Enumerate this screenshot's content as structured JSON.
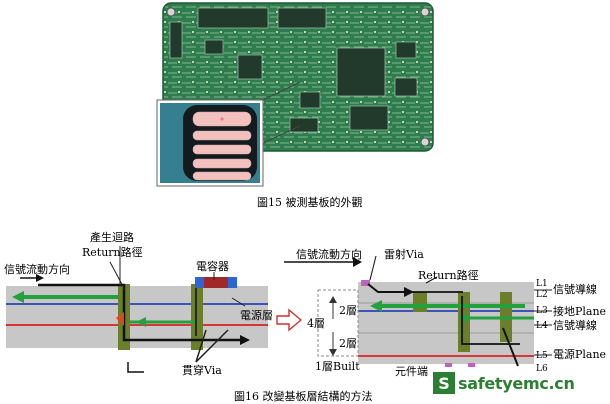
{
  "figure15": {
    "caption": "圖15 被測基板的外觀"
  },
  "figure16": {
    "caption": "圖16 改變基板層結構的方法",
    "left": {
      "loop_label": "產生迴路",
      "return_label": "Return路徑",
      "signal_label": "信號流動方向",
      "capacitor_label": "電容器",
      "power_label": "電源層",
      "via_label": "貫穿Via"
    },
    "right": {
      "signal_label": "信號流動方向",
      "laser_via_label": "雷射Via",
      "return_label": "Return路徑",
      "layer_4": "4層",
      "layer_2_top": "2層",
      "layer_2_bottom": "2層",
      "built_label": "1層Built",
      "component_label": "元件端",
      "right_labels": [
        "信號導線",
        "接地Plane",
        "信號導線",
        "電源Plane"
      ],
      "layer_codes": [
        "L1",
        "L2",
        "L3",
        "L4",
        "L5",
        "L6"
      ]
    }
  },
  "watermark": {
    "icon": "S",
    "text": "safetyemc.cn"
  }
}
